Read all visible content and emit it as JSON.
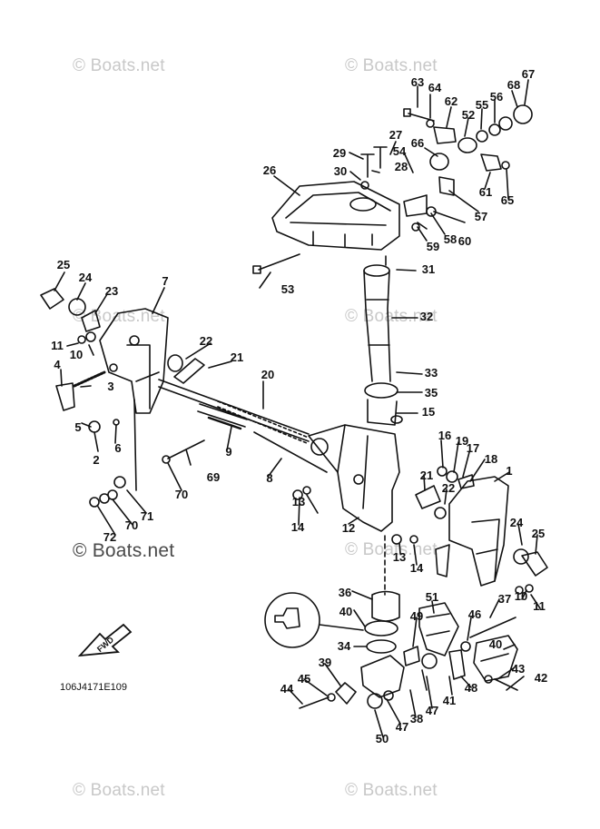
{
  "watermarks": [
    {
      "id": "wm-top-left",
      "text": "© Boats.net"
    },
    {
      "id": "wm-top-right",
      "text": "© Boats.net"
    },
    {
      "id": "wm-mid-left",
      "text": "© Boats.net"
    },
    {
      "id": "wm-mid-center",
      "text": "© Boats.net"
    },
    {
      "id": "wm-bottom-left",
      "text": "© Boats.net"
    },
    {
      "id": "wm-bottom-right",
      "text": "© Boats.net"
    }
  ],
  "brand_watermark": "© Boats.net",
  "diagram_code": "106J4171E109",
  "fwd_label": "FWD",
  "callouts": [
    "63",
    "64",
    "62",
    "52",
    "55",
    "56",
    "68",
    "67",
    "27",
    "66",
    "29",
    "28",
    "54",
    "30",
    "26",
    "57",
    "60",
    "58",
    "59",
    "61",
    "65",
    "31",
    "53",
    "25",
    "24",
    "7",
    "23",
    "32",
    "22",
    "11",
    "10",
    "21",
    "20",
    "4",
    "3",
    "33",
    "35",
    "15",
    "5",
    "6",
    "2",
    "9",
    "69",
    "16",
    "19",
    "17",
    "18",
    "8",
    "70",
    "1",
    "21",
    "22",
    "71",
    "13",
    "14",
    "12",
    "72",
    "70",
    "24",
    "25",
    "13",
    "14",
    "10",
    "11",
    "36",
    "40",
    "51",
    "49",
    "46",
    "37",
    "34",
    "40",
    "43",
    "42",
    "39",
    "45",
    "44",
    "38",
    "47",
    "48",
    "41",
    "47",
    "50"
  ]
}
